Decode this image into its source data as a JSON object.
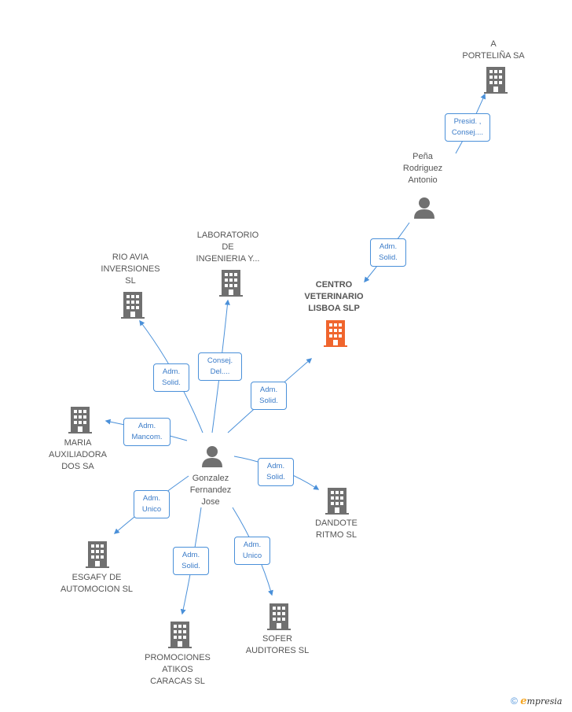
{
  "colors": {
    "company": "#707070",
    "main_company": "#f0652d",
    "person": "#707070",
    "edge": "#4a90d9"
  },
  "nodes": {
    "a_portelina": "A\nPORTELIÑA SA",
    "pena": "Peña\nRodriguez\nAntonio",
    "centro": "CENTRO\nVETERINARIO\nLISBOA SLP",
    "laboratorio": "LABORATORIO\nDE\nINGENIERIA Y...",
    "rio_avia": "RIO AVIA\nINVERSIONES\nSL",
    "maria": "MARIA\nAUXILIADORA\nDOS SA",
    "gonzalez": "Gonzalez\nFernandez\nJose",
    "dandote": "DANDOTE\nRITMO SL",
    "esgafy": "ESGAFY DE\nAUTOMOCION SL",
    "promociones": "PROMOCIONES\nATIKOS\nCARACAS SL",
    "sofer": "SOFER\nAUDITORES SL"
  },
  "relations": {
    "presid": "Presid. ,\nConsej....",
    "pena_centro": "Adm.\nSolid.",
    "centro_rel": "Adm.\nSolid.",
    "consej": "Consej.\nDel....",
    "rio": "Adm.\nSolid.",
    "maria": "Adm.\nMancom.",
    "dandote": "Adm.\nSolid.",
    "esgafy": "Adm.\nUnico",
    "promociones": "Adm.\nSolid.",
    "sofer": "Adm.\nUnico"
  },
  "footer": {
    "copyright": "©",
    "brand_e": "e",
    "brand_rest": "mpresia"
  }
}
